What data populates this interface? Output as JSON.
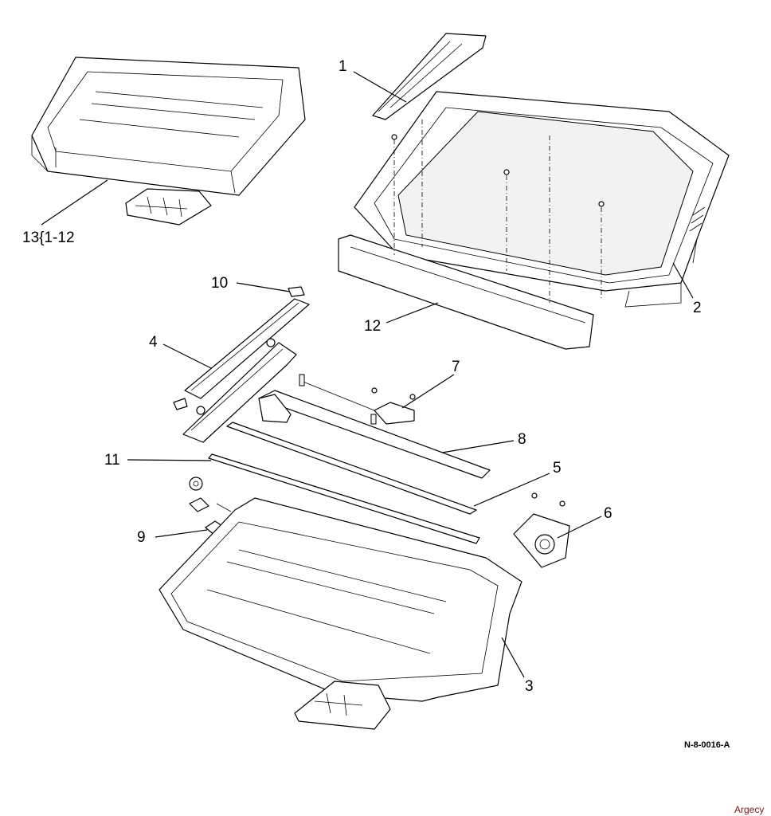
{
  "callouts": {
    "c1": "1",
    "c2": "2",
    "c3": "3",
    "c4": "4",
    "c5": "5",
    "c6": "6",
    "c7": "7",
    "c8": "8",
    "c9": "9",
    "c10": "10",
    "c11": "11",
    "c12": "12",
    "c13": "13{1-12"
  },
  "figure_code": "N-8-0016-A",
  "watermark": "Argecy",
  "colors": {
    "watermark": "#7a1a1a",
    "line": "#000000"
  }
}
